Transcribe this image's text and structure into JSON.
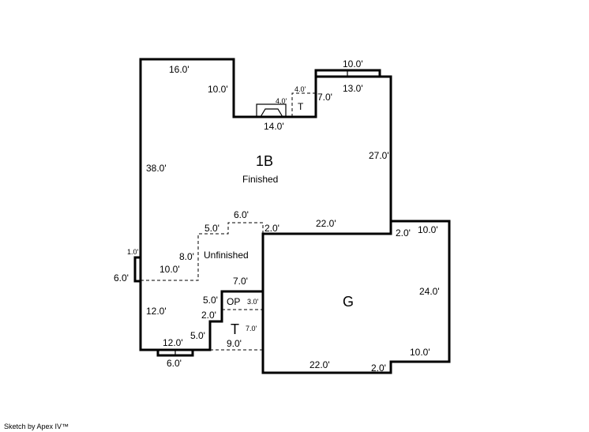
{
  "rooms": {
    "main": "1B",
    "main_sub": "Finished",
    "unfinished": "Unfinished",
    "garage": "G",
    "porch": "OP",
    "terrace_small": "T",
    "terrace": "T"
  },
  "dims": {
    "top_left": "16.0'",
    "notch_depth": "10.0'",
    "bay_top": "10.0'",
    "right_top": "13.0'",
    "fp_t_w": "4.0'",
    "fp_w": "4.0'",
    "t_h": "7.0'",
    "notch_bottom": "14.0'",
    "right_side": "27.0'",
    "left_side": "38.0'",
    "unf_top": "6.0'",
    "unf_step": "5.0'",
    "unf_right": "2.0'",
    "mid_bottom": "22.0'",
    "unf_h": "8.0'",
    "unf_w": "10.0'",
    "bump_w": "1.0'",
    "bump_h": "6.0'",
    "op_w": "7.0'",
    "op_left": "5.0'",
    "op_h": "3.0'",
    "step": "2.0'",
    "t_h2": "7.0'",
    "left_lower": "12.0'",
    "step_h": "5.0'",
    "bottom_left": "12.0'",
    "t_w": "9.0'",
    "bottom_bump": "6.0'",
    "g_step_top": "2.0'",
    "g_top": "10.0'",
    "g_right": "24.0'",
    "g_bottom_r": "10.0'",
    "g_bottom": "22.0'",
    "g_step_bot": "2.0'"
  },
  "footer": {
    "credit": "Sketch by Apex IV™"
  }
}
